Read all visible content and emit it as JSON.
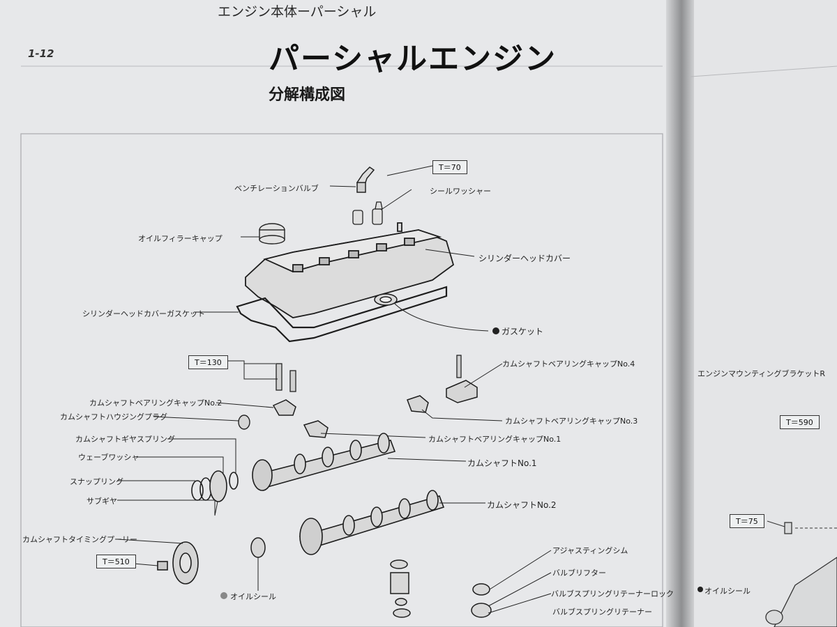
{
  "header": {
    "running_head": "エンジン本体ーパーシャル",
    "page_number": "1-12"
  },
  "main": {
    "title": "パーシャルエンジン",
    "subtitle": "分解構成図"
  },
  "labels": {
    "ventilation_valve": "ベンチレーションバルブ",
    "seal_washer": "シールワッシャー",
    "oil_filler_cap": "オイルフィラーキャップ",
    "head_cover": "シリンダーヘッドカバー",
    "head_cover_gasket": "シリンダーヘッドカバーガスケット",
    "gasket": "ガスケット",
    "bearing_cap_4": "カムシャフトベアリングキャップNo.4",
    "bearing_cap_2": "カムシャフトベアリングキャップNo.2",
    "housing_plug": "カムシャフトハウジングプラグ",
    "bearing_cap_3": "カムシャフトベアリングキャップNo.3",
    "gear_spring": "カムシャフトギヤスプリング",
    "bearing_cap_1": "カムシャフトベアリングキャップNo.1",
    "wave_washer": "ウェーブワッシャー",
    "camshaft_1": "カムシャフトNo.1",
    "snap_ring": "スナップリング",
    "sub_gear": "サブギヤ",
    "camshaft_2": "カムシャフトNo.2",
    "timing_pulley": "カムシャフトタイミングプーリー",
    "adjusting_shim": "アジャスティングシム",
    "valve_lifter": "バルブリフター",
    "retainer_lock": "バルブスプリングリテーナーロック",
    "oil_seal": "オイルシール",
    "retainer": "バルブスプリングリテーナー",
    "mounting_bracket": "エンジンマウンティングブラケットR",
    "oil_seal_right": "オイルシール"
  },
  "torque": {
    "t70": "T＝70",
    "t130": "T＝130",
    "t510": "T＝510",
    "t590": "T＝590",
    "t75": "T＝75"
  },
  "colors": {
    "paper": "#e7e8ea",
    "ink": "#1c1c1c"
  }
}
